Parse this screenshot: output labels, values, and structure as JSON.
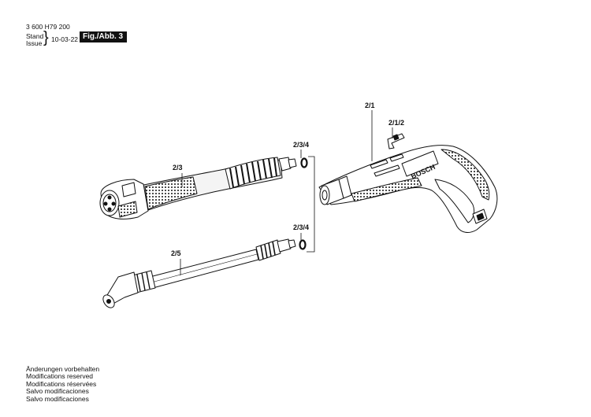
{
  "header": {
    "part_number": "3 600 H79 200",
    "stand_label": "Stand",
    "issue_label": "Issue",
    "date": "10-03-22",
    "figure_label": "Fig./Abb. 3"
  },
  "callouts": {
    "gun": "2/1",
    "clip": "2/1/2",
    "lance": "2/3",
    "oring_upper": "2/3/4",
    "oring_lower": "2/3/4",
    "wand": "2/5"
  },
  "brand_on_handle": "BOSCH",
  "notes": [
    "Änderungen vorbehalten",
    "Modifications reserved",
    "Modifications réservées",
    "Salvo modificaciones",
    "Salvo modificaciones"
  ]
}
